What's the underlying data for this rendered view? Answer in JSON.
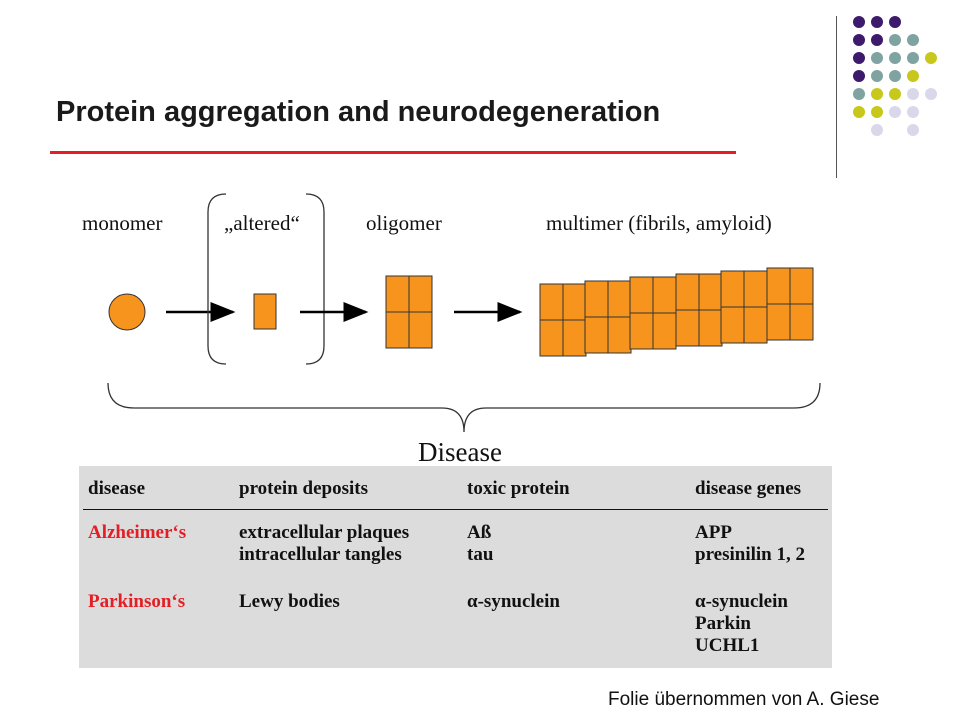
{
  "slide": {
    "title": "Protein aggregation and neurodegeneration",
    "credit": "Folie übernommen von A. Giese",
    "accent_color": "#e31e24",
    "decor_colors": [
      "#3d1a6b",
      "#7fa3a0",
      "#c8c81c",
      "#d8d8ea"
    ]
  },
  "diagram": {
    "stages": [
      "monomer",
      "„altered“",
      "oligomer",
      "multimer (fibrils, amyloid)"
    ],
    "disease_label": "Disease",
    "fill_color": "#f7941d"
  },
  "table": {
    "headers": [
      "disease",
      "protein deposits",
      "toxic protein",
      "disease genes"
    ],
    "rows": [
      {
        "disease": "Alzheimer‘s",
        "deposits": [
          "extracellular plaques",
          "intracellular tangles"
        ],
        "toxic": [
          "Aß",
          "tau"
        ],
        "genes": [
          "APP",
          "presinilin 1, 2"
        ]
      },
      {
        "disease": "Parkinson‘s",
        "deposits": [
          "Lewy bodies"
        ],
        "toxic": [
          "α-synuclein"
        ],
        "genes": [
          "α-synuclein",
          "Parkin",
          "UCHL1"
        ]
      }
    ]
  }
}
